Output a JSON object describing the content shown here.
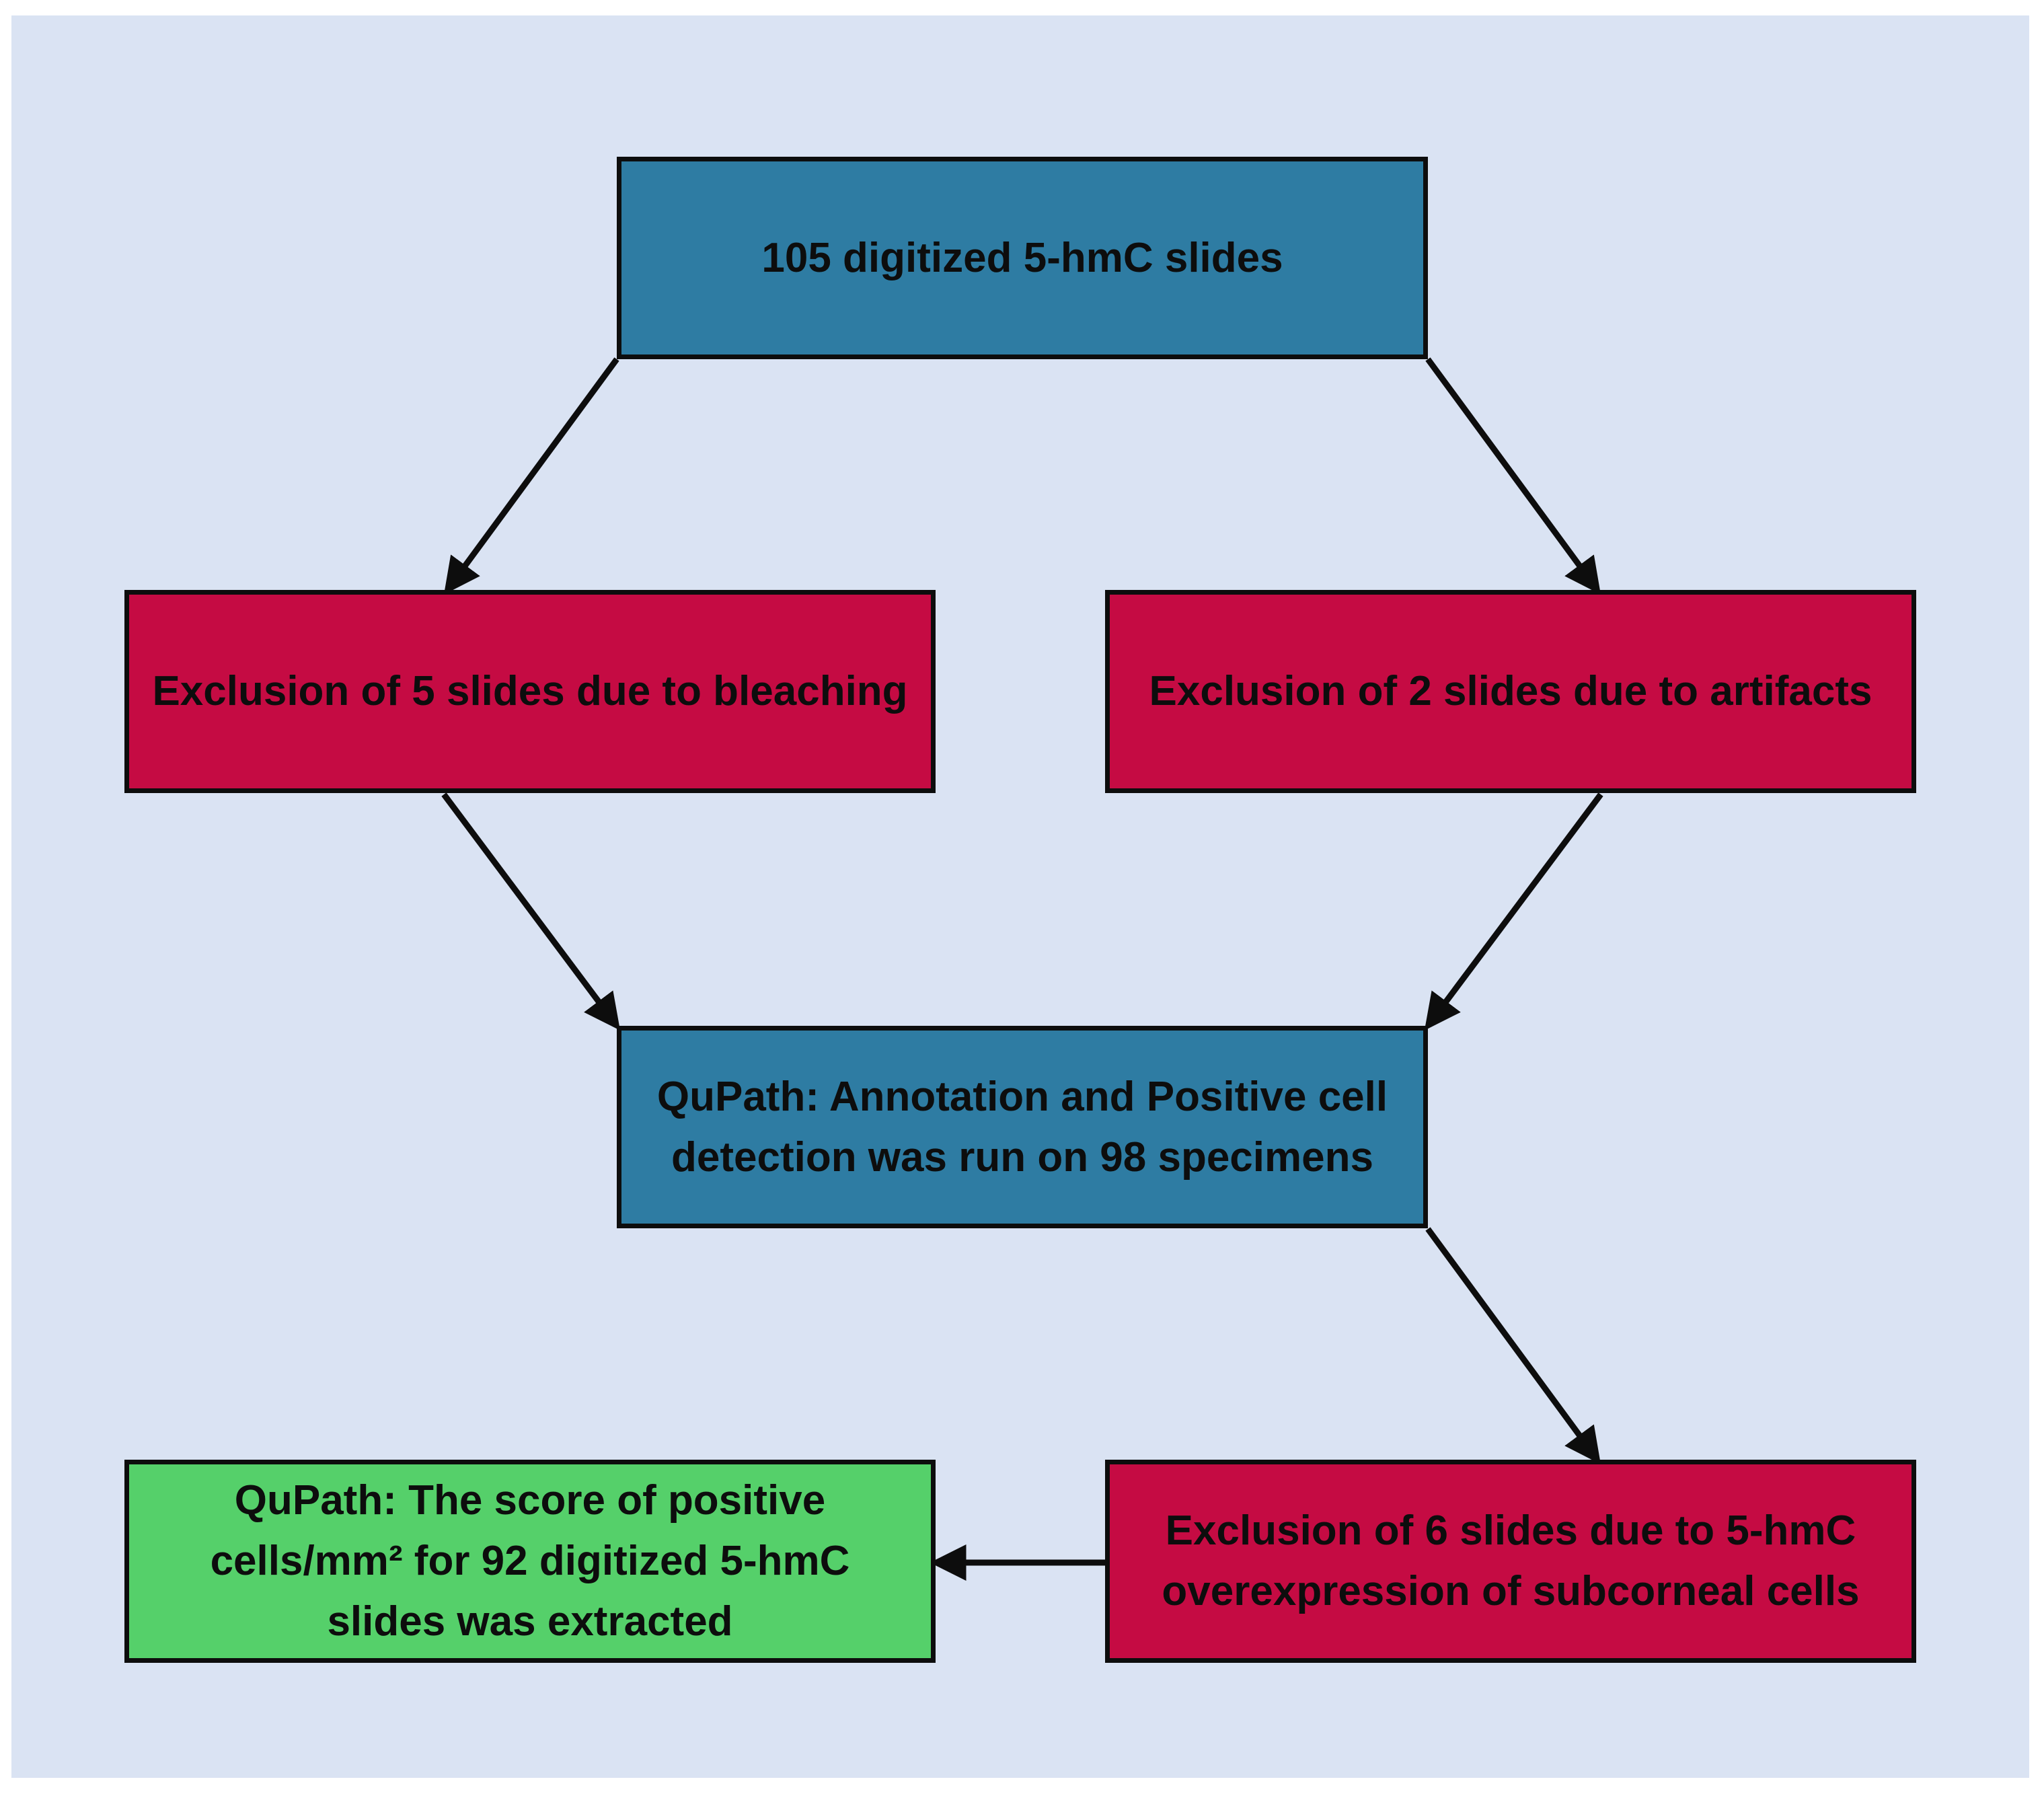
{
  "colors": {
    "background": "#dae3f3",
    "process_blue": "#2e7ca3",
    "exclusion_red": "#c50b43",
    "result_green": "#55d06a",
    "border": "#0d0d0d"
  },
  "nodes": {
    "start": {
      "text": "105 digitized 5-hmC slides"
    },
    "exclusion_bleaching": {
      "text": "Exclusion of 5 slides due to bleaching"
    },
    "exclusion_artifacts": {
      "text": "Exclusion of 2 slides due to artifacts"
    },
    "qupath_detection": {
      "line1": "QuPath: Annotation and Positive cell",
      "line2": "detection was run on 98 specimens"
    },
    "exclusion_overexpression": {
      "line1": "Exclusion of 6 slides due to 5-hmC",
      "line2": "overexpression of subcorneal cells"
    },
    "qupath_score": {
      "line1": "QuPath: The score of positive",
      "line2": "cells/mm² for 92 digitized 5-hmC",
      "line3": "slides was extracted"
    }
  },
  "edges": [
    {
      "from": "start",
      "to": "exclusion_bleaching"
    },
    {
      "from": "start",
      "to": "exclusion_artifacts"
    },
    {
      "from": "exclusion_bleaching",
      "to": "qupath_detection"
    },
    {
      "from": "exclusion_artifacts",
      "to": "qupath_detection"
    },
    {
      "from": "qupath_detection",
      "to": "exclusion_overexpression"
    },
    {
      "from": "exclusion_overexpression",
      "to": "qupath_score"
    }
  ]
}
